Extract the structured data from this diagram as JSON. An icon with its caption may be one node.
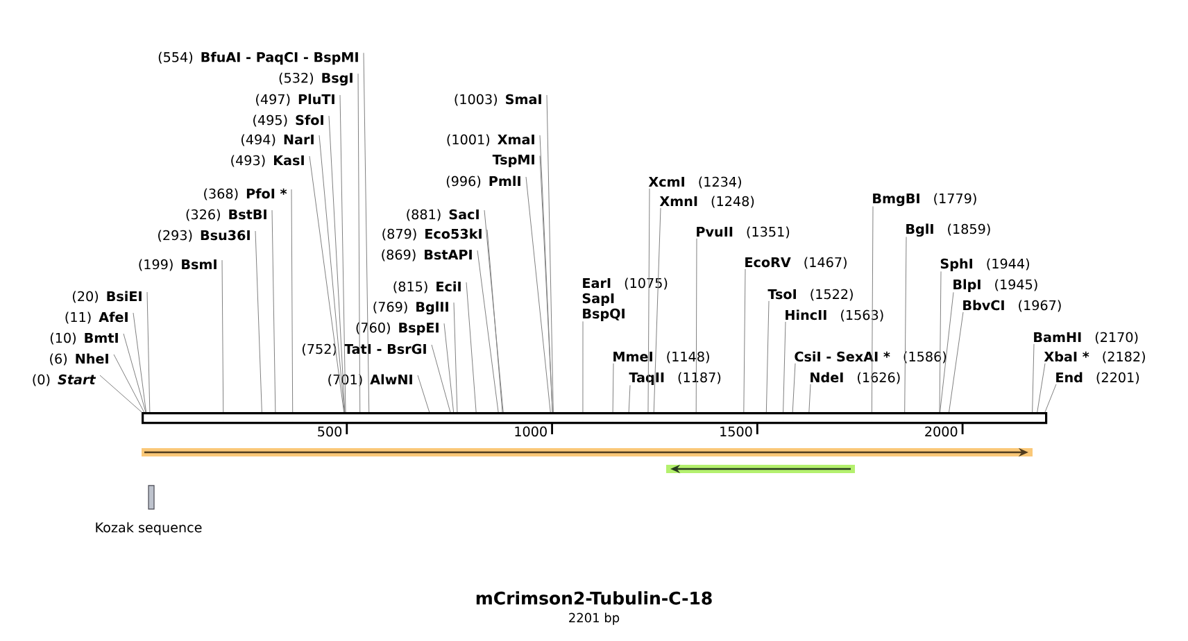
{
  "diagram": {
    "title": "mCrimson2-Tubulin-C-18",
    "caption": "2201 bp",
    "nodes": [
      {
        "text": [
          "(0)",
          "Start"
        ]
      },
      {
        "text": [
          "(6)",
          "NheI"
        ]
      },
      {
        "text": [
          "(10)",
          "BmtI"
        ]
      },
      {
        "text": [
          "(11)",
          "AfeI"
        ]
      },
      {
        "text": [
          "(20)",
          "BsiEI"
        ]
      },
      {
        "text": [
          "(199)",
          "BsmI"
        ]
      },
      {
        "text": [
          "(293)",
          "Bsu36I"
        ]
      },
      {
        "text": [
          "(326)",
          "BstBI"
        ]
      },
      {
        "text": [
          "(368)",
          "PfoI *"
        ]
      },
      {
        "text": [
          "(493)",
          "KasI"
        ]
      },
      {
        "text": [
          "(494)",
          "NarI"
        ]
      },
      {
        "text": [
          "(495)",
          "SfoI"
        ]
      },
      {
        "text": [
          "(497)",
          "PluTI"
        ]
      },
      {
        "text": [
          "(532)",
          "BsgI"
        ]
      },
      {
        "text": [
          "(554)",
          "BfuAI - PaqCI - BspMI"
        ]
      },
      {
        "text": [
          "(701)",
          "AlwNI"
        ]
      },
      {
        "text": [
          "(752)",
          "TatI - BsrGI"
        ]
      },
      {
        "text": [
          "(760)",
          "BspEI"
        ]
      },
      {
        "text": [
          "(769)",
          "BglII"
        ]
      },
      {
        "text": [
          "(815)",
          "EciI"
        ]
      },
      {
        "text": [
          "(869)",
          "BstAPI"
        ]
      },
      {
        "text": [
          "(879)",
          "Eco53kI"
        ]
      },
      {
        "text": [
          "(881)",
          "SacI"
        ]
      },
      {
        "text": [
          "(996)",
          "PmlI"
        ]
      },
      {
        "text": [
          "TspMI"
        ]
      },
      {
        "text": [
          "(1001)",
          "XmaI"
        ]
      },
      {
        "text": [
          "(1003)",
          "SmaI"
        ]
      },
      {
        "text": [
          "EarI",
          "(1075)",
          "SapI",
          "BspQI"
        ]
      },
      {
        "text": [
          "MmeI",
          "(1148)"
        ]
      },
      {
        "text": [
          "TaqII",
          "(1187)"
        ]
      },
      {
        "text": [
          "XcmI",
          "(1234)"
        ]
      },
      {
        "text": [
          "XmnI",
          "(1248)"
        ]
      },
      {
        "text": [
          "PvuII",
          "(1351)"
        ]
      },
      {
        "text": [
          "EcoRV",
          "(1467)"
        ]
      },
      {
        "text": [
          "TsoI",
          "(1522)"
        ]
      },
      {
        "text": [
          "HincII",
          "(1563)"
        ]
      },
      {
        "text": [
          "CsiI - SexAI *",
          "(1586)"
        ]
      },
      {
        "text": [
          "NdeI",
          "(1626)"
        ]
      },
      {
        "text": [
          "BmgBI",
          "(1779)"
        ]
      },
      {
        "text": [
          "BglI",
          "(1859)"
        ]
      },
      {
        "text": [
          "SphI",
          "(1944)"
        ]
      },
      {
        "text": [
          "BlpI",
          "(1945)"
        ]
      },
      {
        "text": [
          "BbvCI",
          "(1967)"
        ]
      },
      {
        "text": [
          "BamHI",
          "(2170)"
        ]
      },
      {
        "text": [
          "XbaI *",
          "(2182)"
        ]
      },
      {
        "text": [
          "End",
          "(2201)"
        ]
      },
      {
        "text": [],
        "shape": "bar",
        "beside": [
          "500",
          "1000",
          "1500",
          "2000"
        ]
      },
      {
        "text": [
          "Kozak sequence"
        ]
      },
      {
        "text": [],
        "shape": "arrow"
      },
      {
        "text": [],
        "shape": "arrow"
      }
    ],
    "edges": [
      {
        "from": 0,
        "to": 46,
        "arrow": "none"
      },
      {
        "from": 1,
        "to": 46,
        "arrow": "none"
      },
      {
        "from": 2,
        "to": 46,
        "arrow": "none"
      },
      {
        "from": 3,
        "to": 46,
        "arrow": "none"
      },
      {
        "from": 4,
        "to": 46,
        "arrow": "none"
      },
      {
        "from": 5,
        "to": 46,
        "arrow": "none"
      },
      {
        "from": 6,
        "to": 46,
        "arrow": "none"
      },
      {
        "from": 7,
        "to": 46,
        "arrow": "none"
      },
      {
        "from": 8,
        "to": 46,
        "arrow": "none"
      },
      {
        "from": 9,
        "to": 46,
        "arrow": "none"
      },
      {
        "from": 10,
        "to": 46,
        "arrow": "none"
      },
      {
        "from": 11,
        "to": 46,
        "arrow": "none"
      },
      {
        "from": 12,
        "to": 46,
        "arrow": "none"
      },
      {
        "from": 13,
        "to": 46,
        "arrow": "none"
      },
      {
        "from": 14,
        "to": 46,
        "arrow": "none"
      },
      {
        "from": 15,
        "to": 46,
        "arrow": "none"
      },
      {
        "from": 16,
        "to": 46,
        "arrow": "none"
      },
      {
        "from": 17,
        "to": 46,
        "arrow": "none"
      },
      {
        "from": 18,
        "to": 46,
        "arrow": "none"
      },
      {
        "from": 19,
        "to": 46,
        "arrow": "none"
      },
      {
        "from": 20,
        "to": 46,
        "arrow": "none"
      },
      {
        "from": 21,
        "to": 46,
        "arrow": "none"
      },
      {
        "from": 22,
        "to": 46,
        "arrow": "none"
      },
      {
        "from": 23,
        "to": 46,
        "arrow": "none"
      },
      {
        "from": 24,
        "to": 46,
        "arrow": "none"
      },
      {
        "from": 25,
        "to": 46,
        "arrow": "none"
      },
      {
        "from": 26,
        "to": 46,
        "arrow": "none"
      },
      {
        "from": 27,
        "to": 46,
        "arrow": "none"
      },
      {
        "from": 28,
        "to": 46,
        "arrow": "none"
      },
      {
        "from": 29,
        "to": 46,
        "arrow": "none"
      },
      {
        "from": 30,
        "to": 46,
        "arrow": "none"
      },
      {
        "from": 31,
        "to": 46,
        "arrow": "none"
      },
      {
        "from": 32,
        "to": 46,
        "arrow": "none"
      },
      {
        "from": 33,
        "to": 46,
        "arrow": "none"
      },
      {
        "from": 34,
        "to": 46,
        "arrow": "none"
      },
      {
        "from": 35,
        "to": 46,
        "arrow": "none"
      },
      {
        "from": 36,
        "to": 46,
        "arrow": "none"
      },
      {
        "from": 37,
        "to": 46,
        "arrow": "none"
      },
      {
        "from": 38,
        "to": 46,
        "arrow": "none"
      },
      {
        "from": 39,
        "to": 46,
        "arrow": "none"
      },
      {
        "from": 40,
        "to": 46,
        "arrow": "none"
      },
      {
        "from": 41,
        "to": 46,
        "arrow": "none"
      },
      {
        "from": 42,
        "to": 46,
        "arrow": "none"
      },
      {
        "from": 43,
        "to": 46,
        "arrow": "none"
      },
      {
        "from": 44,
        "to": 46,
        "arrow": "none"
      },
      {
        "from": 45,
        "to": 46,
        "arrow": "none"
      }
    ]
  }
}
